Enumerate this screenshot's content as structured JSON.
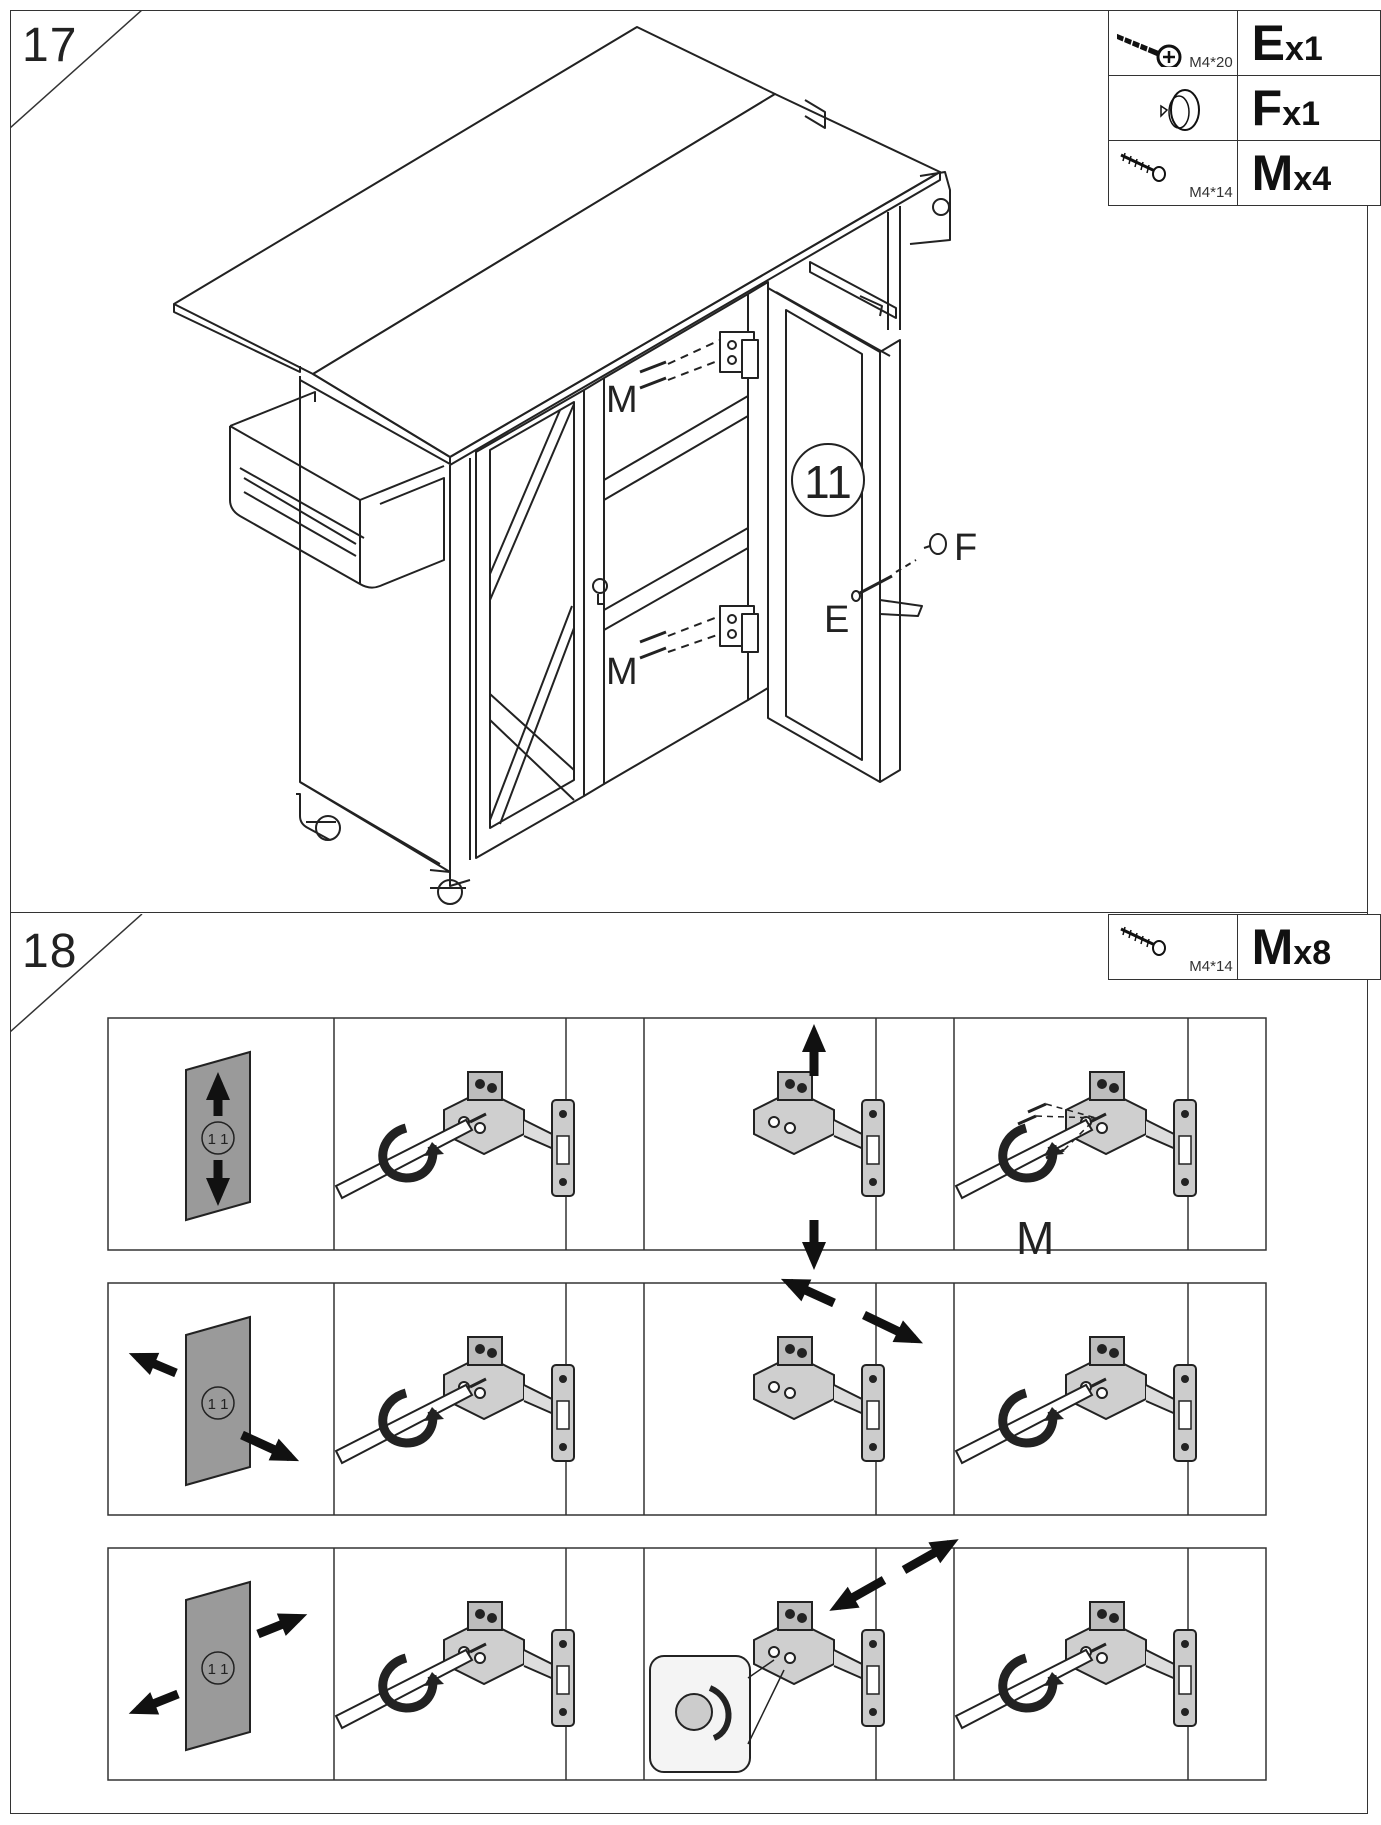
{
  "step17": {
    "number": "17",
    "parts": [
      {
        "icon": "bolt-icon",
        "size": "M4*20",
        "letter": "E",
        "count": "x1"
      },
      {
        "icon": "knob-icon",
        "size": "",
        "letter": "F",
        "count": "x1"
      },
      {
        "icon": "screw-icon",
        "size": "M4*14",
        "letter": "M",
        "count": "x4"
      }
    ],
    "labels": {
      "door_number": "11",
      "screw_upper": "M",
      "screw_lower": "M",
      "knob": "F",
      "bolt": "E"
    }
  },
  "step18": {
    "number": "18",
    "parts": [
      {
        "icon": "screw-icon",
        "size": "M4*14",
        "letter": "M",
        "count": "x8"
      }
    ],
    "rows": [
      {
        "door_number": "1 1",
        "direction": "vertical"
      },
      {
        "door_number": "1 1",
        "direction": "horizontal"
      },
      {
        "door_number": "1 1",
        "direction": "depth"
      }
    ],
    "screw_label": "M"
  },
  "colors": {
    "line": "#222222",
    "panel_gray": "#9a9a9a",
    "hinge_gray": "#bdbdbd"
  }
}
